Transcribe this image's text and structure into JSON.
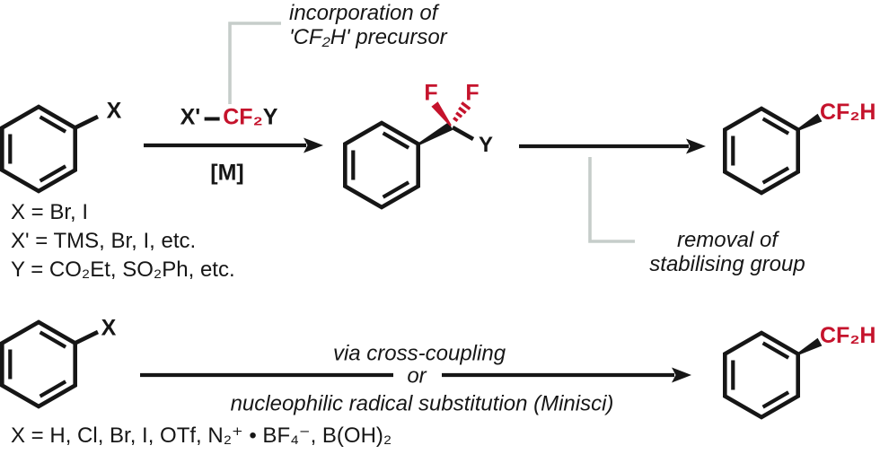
{
  "colors": {
    "accent_red": "#c5132c",
    "ink": "#161616",
    "callout_gray": "#c6cdca"
  },
  "scheme1": {
    "callout_incorporation": {
      "line1": "incorporation of",
      "line2": "'CF₂H' precursor"
    },
    "reactant": {
      "substituent": "X"
    },
    "reagent": {
      "x_prime": "X'",
      "cf2": "CF₂",
      "y": "Y"
    },
    "catalyst": "[M]",
    "intermediate": {
      "f1": "F",
      "f2": "F",
      "y": "Y"
    },
    "product": {
      "group": "CF₂H"
    },
    "callout_removal": {
      "line1": "removal of",
      "line2": "stabilising group"
    },
    "definitions": [
      "X = Br, I",
      "X' = TMS, Br, I, etc.",
      "Y = CO₂Et, SO₂Ph, etc."
    ]
  },
  "scheme2": {
    "reactant": {
      "substituent": "X"
    },
    "conditions": {
      "line1": "via cross-coupling",
      "or": "or",
      "line2": "nucleophilic radical substitution (Minisci)"
    },
    "product": {
      "group": "CF₂H"
    },
    "definitions": [
      "X = H, Cl, Br, I, OTf, N₂⁺ • BF₄⁻, B(OH)₂"
    ]
  }
}
